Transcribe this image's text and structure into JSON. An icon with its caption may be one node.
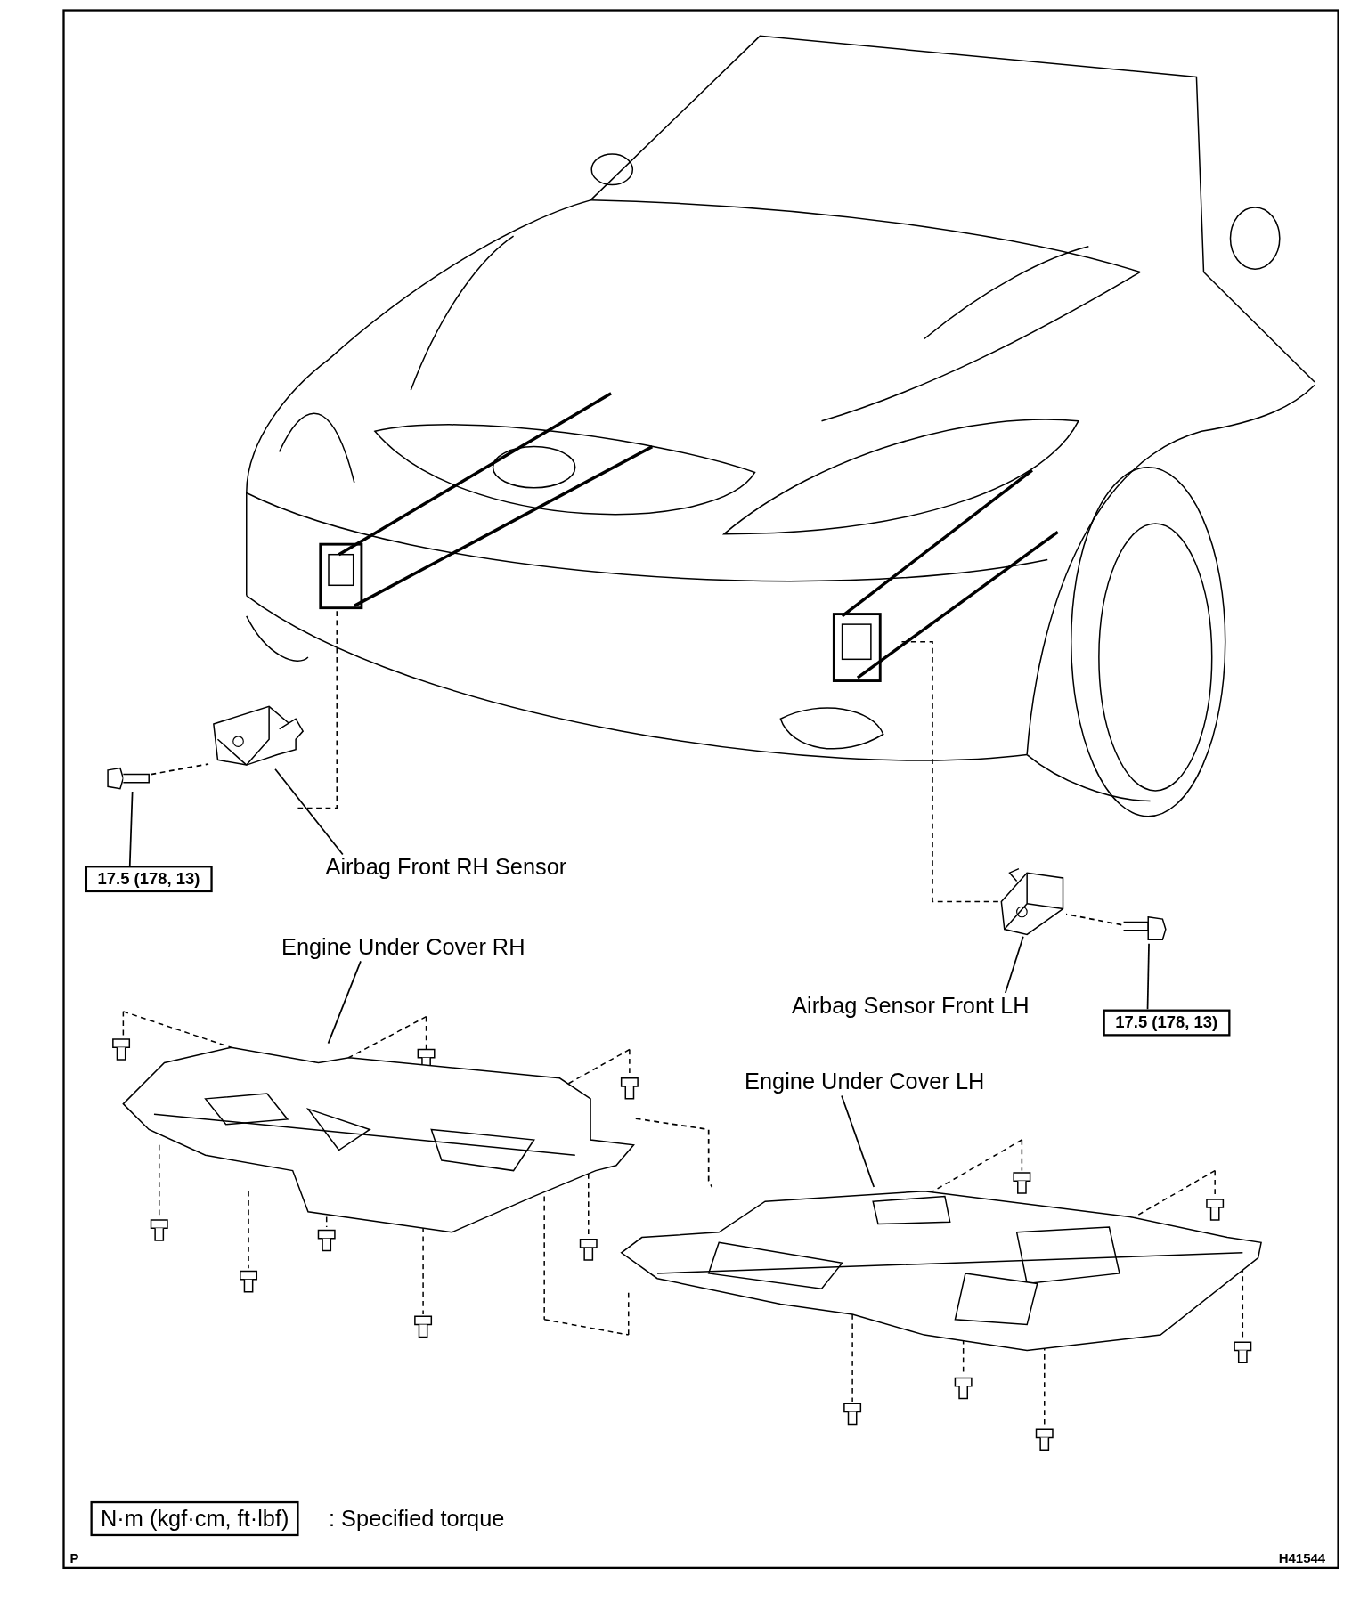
{
  "diagram": {
    "nodes": [
      {
        "text": [
          "Airbag Front RH Sensor"
        ]
      },
      {
        "text": [],
        "shape": "picture"
      },
      {
        "text": [
          "17.5 (178, 13)"
        ]
      },
      {
        "text": [],
        "shape": "picture"
      },
      {
        "text": [
          "Airbag Sensor Front LH"
        ]
      },
      {
        "text": [],
        "shape": "picture"
      },
      {
        "text": [
          "17.5 (178, 13)"
        ]
      },
      {
        "text": [],
        "shape": "picture"
      },
      {
        "text": [
          "Engine Under Cover RH"
        ]
      },
      {
        "text": [],
        "shape": "picture"
      },
      {
        "text": [
          "Engine Under Cover LH"
        ]
      },
      {
        "text": [],
        "shape": "picture"
      },
      {
        "text": [
          "N·m (kgf·cm, ft·lbf)"
        ],
        "beside": [
          ": Specified torque"
        ]
      }
    ],
    "edges": [
      {
        "from": 0,
        "to": 1,
        "arrow": "none"
      },
      {
        "from": 2,
        "to": 3,
        "arrow": "none"
      },
      {
        "from": 3,
        "to": 1,
        "arrow": "none",
        "style": "dashed"
      },
      {
        "from": 4,
        "to": 5,
        "arrow": "none"
      },
      {
        "from": 6,
        "to": 7,
        "arrow": "none"
      },
      {
        "from": 7,
        "to": 5,
        "arrow": "none",
        "style": "dashed"
      },
      {
        "from": 8,
        "to": 9,
        "arrow": "none"
      },
      {
        "from": 10,
        "to": 11,
        "arrow": "none"
      },
      {
        "from": 9,
        "to": 11,
        "arrow": "none",
        "style": "dashed"
      }
    ],
    "labels": [
      "P",
      "H41544"
    ]
  }
}
